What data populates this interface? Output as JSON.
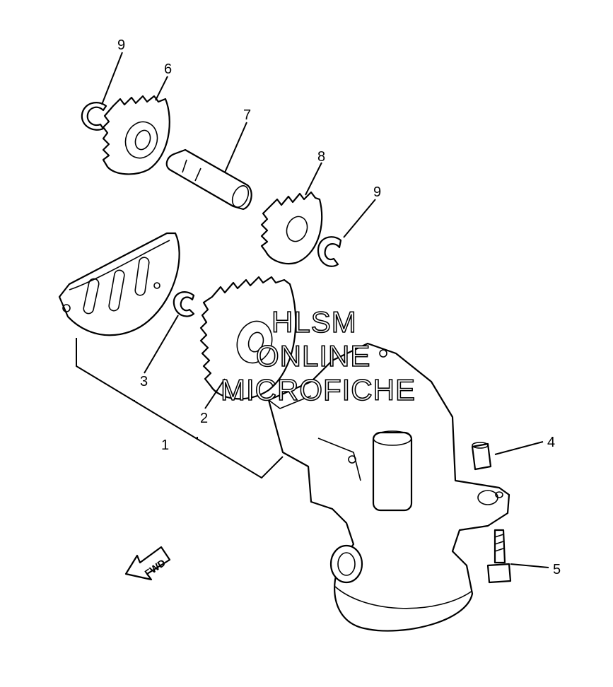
{
  "callouts": {
    "c1": "1",
    "c2": "2",
    "c3": "3",
    "c4": "4",
    "c5": "5",
    "c6": "6",
    "c7": "7",
    "c8": "8",
    "c9a": "9",
    "c9b": "9"
  },
  "fwd_label": "FWD",
  "watermark": {
    "line1": "HLSM",
    "line2": "ONLINE",
    "line3": "MICROFICHE"
  }
}
